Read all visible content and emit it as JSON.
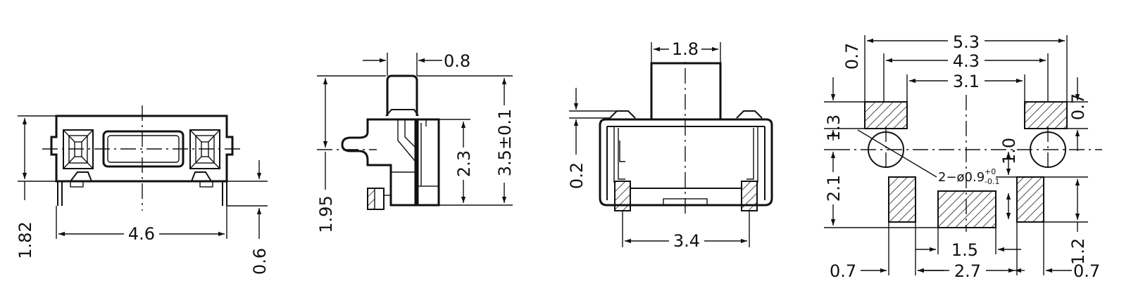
{
  "views": {
    "front": {
      "dims": {
        "height": "1.82",
        "width": "4.6",
        "lead": "0.6"
      }
    },
    "side": {
      "dims": {
        "top_width": "0.8",
        "overall_height": "3.5±0.1",
        "body_height": "2.3",
        "lead_height": "1.95"
      }
    },
    "rear": {
      "dims": {
        "actuator_width": "1.8",
        "step": "0.2",
        "pad_span": "3.4"
      }
    },
    "footprint": {
      "dims": {
        "overall": "5.3",
        "outer_pads": "4.3",
        "hole_pitch": "3.1",
        "pad_top_left": "0.7",
        "pad_top_right": "0.7",
        "pad_height": "1.3",
        "hole_to_pad": "1.0",
        "lower_offset": "2.1",
        "lower_pad_h": "1.2",
        "mid_pad_w": "1.5",
        "left_pad_w": "0.7",
        "mid_span": "2.7",
        "right_pad_w": "0.7"
      },
      "hole_note": {
        "prefix": "2−ø0.9",
        "tol_upper": "+0",
        "tol_lower": "-0.1"
      }
    }
  },
  "colors": {
    "ink": "#111111",
    "paper": "#ffffff"
  }
}
